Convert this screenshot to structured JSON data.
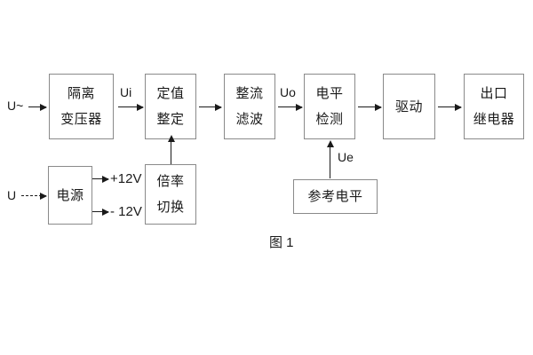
{
  "figure": {
    "caption": "图 1",
    "border_color": "#8a8a8a",
    "text_color": "#1a1a1a",
    "background": "#ffffff"
  },
  "blocks": {
    "isolation_transformer": {
      "line1": "隔离",
      "line2": "变压器"
    },
    "setpoint": {
      "line1": "定值",
      "line2": "整定"
    },
    "rectify_filter": {
      "line1": "整流",
      "line2": "滤波"
    },
    "level_detect": {
      "line1": "电平",
      "line2": "检测"
    },
    "drive": {
      "line1": "驱动"
    },
    "output_relay": {
      "line1": "出口",
      "line2": "继电器"
    },
    "power_supply": {
      "line1": "电源"
    },
    "multiplier_switch": {
      "line1": "倍率",
      "line2": "切换"
    },
    "reference_level": {
      "line1": "参考电平"
    }
  },
  "signals": {
    "input_ac": "U~",
    "input_dc": "U",
    "ui": "Ui",
    "uo": "Uo",
    "ue": "Ue",
    "rail_positive": "+12V",
    "rail_negative": "- 12V"
  }
}
